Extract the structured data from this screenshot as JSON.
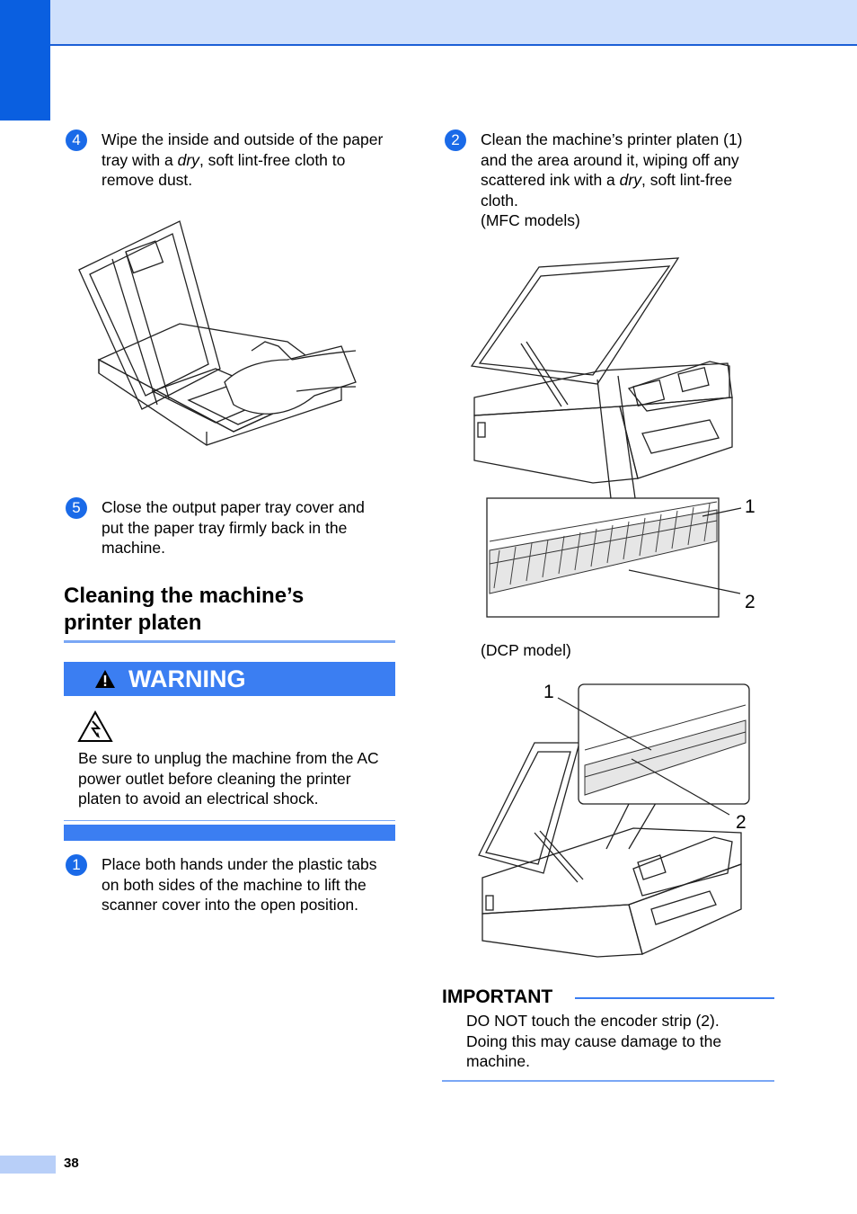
{
  "steps_left": {
    "step4": {
      "num": "4",
      "l1": "Wipe the inside and outside of the paper",
      "l2a": "tray with a ",
      "l2b": "dry",
      "l2c": ", soft lint-free cloth to",
      "l3": "remove dust."
    },
    "step5": {
      "num": "5",
      "l1": "Close the output paper tray cover and",
      "l2": "put the paper tray firmly back in the",
      "l3": "machine."
    }
  },
  "section": {
    "l1": "Cleaning the machine’s",
    "l2": "printer platen"
  },
  "warning": {
    "label": "WARNING",
    "l1": "Be sure to unplug the machine from the AC",
    "l2": "power outlet before cleaning the printer",
    "l3": "platen to avoid an electrical shock."
  },
  "step1": {
    "num": "1",
    "l1": "Place both hands under the plastic tabs",
    "l2": "on both sides of the machine to lift the",
    "l3": "scanner cover into the open position."
  },
  "step2": {
    "num": "2",
    "l1": "Clean the machine’s printer platen (1)",
    "l2": "and the area around it, wiping off any",
    "l3a": "scattered ink with a ",
    "l3b": "dry",
    "l3c": ", soft lint-free",
    "l4": "cloth.",
    "l5": "(MFC models)"
  },
  "dcp_caption": "(DCP model)",
  "callouts": {
    "mfc_1": "1",
    "mfc_2": "2",
    "dcp_1": "1",
    "dcp_2": "2"
  },
  "important": {
    "title": "IMPORTANT",
    "l1": "DO NOT touch the encoder strip (2).",
    "l2": "Doing this may cause damage to the",
    "l3": "machine."
  },
  "page_number": "38",
  "colors": {
    "accent": "#1a6ae8",
    "band": "#cfe0fc",
    "rule": "#7aa7f5"
  }
}
